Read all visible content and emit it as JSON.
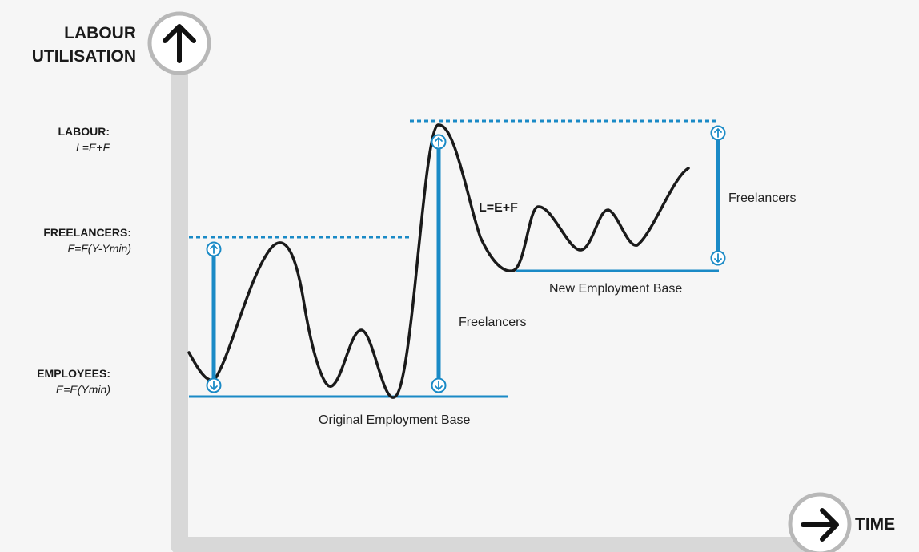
{
  "axes": {
    "y_title_line1": "LABOUR",
    "y_title_line2": "UTILISATION",
    "x_title": "TIME",
    "y_arrow_icon": "arrow-up-icon",
    "x_arrow_icon": "arrow-right-icon"
  },
  "legend": {
    "labour_title": "LABOUR:",
    "labour_formula": "L=E+F",
    "freelancers_title": "FREELANCERS:",
    "freelancers_formula": "F=F(Y-Ymin)",
    "employees_title": "EMPLOYEES:",
    "employees_formula": "E=E(Ymin)"
  },
  "annotations": {
    "original_base": "Original Employment Base",
    "new_base": "New Employment Base",
    "freelancers_middle": "Freelancers",
    "freelancers_right": "Freelancers",
    "curve_label": "L=E+F"
  },
  "colors": {
    "axis": "#d8d8d8",
    "accent": "#1a8ac6",
    "curve": "#1a1a1a",
    "background": "#f6f6f6"
  }
}
